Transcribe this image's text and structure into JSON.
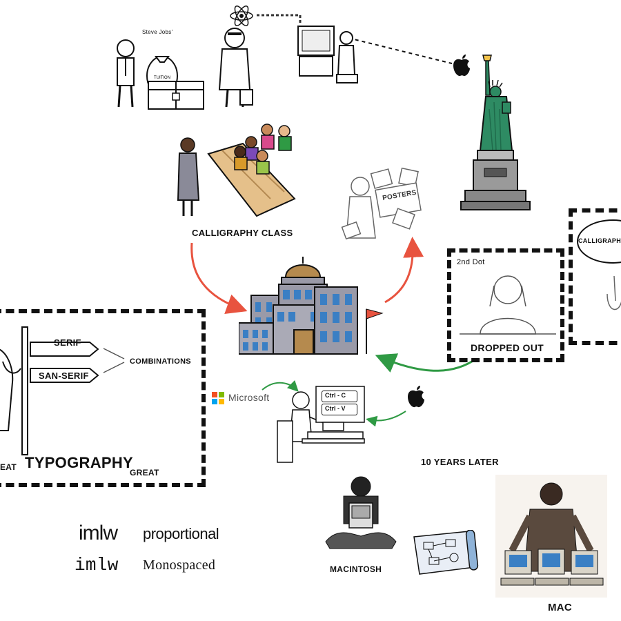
{
  "labels": {
    "money_bag_caption": "Steve Jobs'",
    "calligraphy_class": "CALLIGRAPHY CLASS",
    "posters_sign": "POSTERS",
    "second_dot": "2nd Dot",
    "dropped_out": "DROPPED OUT",
    "calligraphy_clipped": "CALLIGRAPHY C",
    "serif_sign": "SERIF",
    "san_serif_sign": "SAN-SERIF",
    "combinations": "COMBINATIONS",
    "great_left": "EAT",
    "typography": "TYPOGRAPHY",
    "great_right": "GREAT",
    "microsoft": "Microsoft",
    "ctrl_c": "Ctrl - C",
    "ctrl_v": "Ctrl - V",
    "ten_years_later": "10 YEARS LATER",
    "macintosh": "MACINTOSH",
    "mac": "MAC"
  },
  "font_samples": {
    "sample_text_top": "imlw",
    "proportional": "proportional",
    "sample_text_bottom": "imlw",
    "monospaced": "Monospaced"
  },
  "colors": {
    "red_arrow": "#e8533f",
    "green_arrow": "#2f9a44",
    "statue_green": "#2e8b63",
    "building_blue": "#3a7fc4",
    "dome": "#b58a4e",
    "flag": "#e8533f"
  },
  "icons": [
    "apple-logo-icon",
    "microsoft-logo-icon",
    "atom-icon",
    "statue-of-liberty-icon",
    "university-building-icon"
  ]
}
